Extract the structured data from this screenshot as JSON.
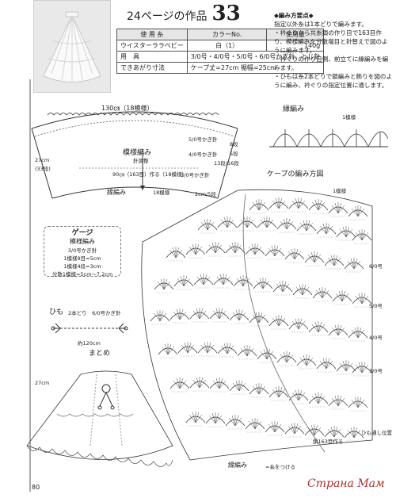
{
  "header": {
    "title_prefix": "24ページの作品",
    "title_number": "33"
  },
  "spec_table": {
    "rows": [
      [
        "使 用 糸",
        "カラーNo.",
        "使用量"
      ],
      [
        "ウイスターララベビー",
        "白（1）",
        "140g"
      ],
      [
        "用　具",
        "3/0号・4/0号・5/0号・6/0号かぎ針、とじ針",
        ""
      ],
      [
        "できあがり寸法",
        "ケープ丈=27cm 裾幅=25cm",
        ""
      ]
    ]
  },
  "notes": {
    "heading": "◆編み方要点◆",
    "lines": [
      "指定以外糸は1本どりで編みます。",
      "・衿ぐりから共糸鎖の作り目で163目作り、模様編みを分散増目と針替えで図のように編みます。",
      "・衿ぐりの作り目側、前立てに縁編みを編みます。",
      "・ひもは糸2本どりで鎖編みと飾りを図のように編み、衿ぐりの指定位置に通します。"
    ]
  },
  "schematic": {
    "top_width": "130㎝（18模様）",
    "body_label": "模様編み",
    "needle_label": "針調整",
    "bottom_width": "90㎝（163目）作る（18模様）",
    "edging_left": "縁編み",
    "right_labels": [
      "5/0号かぎ針",
      "4/0号かぎ針",
      "3/0号かぎ針"
    ],
    "right_rows": [
      "8段",
      "5段",
      "13段/16段",
      "2cm/5段"
    ],
    "left_dims": [
      "27cm",
      "(33段)"
    ],
    "pattern_count": "18模様"
  },
  "edging_diagram": {
    "title": "縁編み",
    "repeat_label": "1模様"
  },
  "cape_diagram": {
    "title": "ケープの編み方図",
    "pattern_repeat": "1模様",
    "row_count": "鎖163目作る",
    "side_labels": [
      "6/0号",
      "5/0号",
      "4/0号",
      "3/0号"
    ],
    "bottom_edging": "縁編み",
    "bottom_note": "=糸をつける",
    "cord_note": "ひも通し位置"
  },
  "gauge": {
    "title": "ゲージ",
    "subtitle": "模様編み",
    "lines": [
      "3/0号かぎ針",
      "1模様9目=5cm",
      "1模様4段=3cm",
      "分散1模様=5cm〜7.2cm"
    ]
  },
  "cord": {
    "label": "ひも",
    "spec": "2本どり　6/0号かぎ針",
    "length": "約120cm"
  },
  "finish": {
    "label": "まとめ",
    "length": "27cm"
  },
  "page_number": "80",
  "watermark": "Страна Мам"
}
